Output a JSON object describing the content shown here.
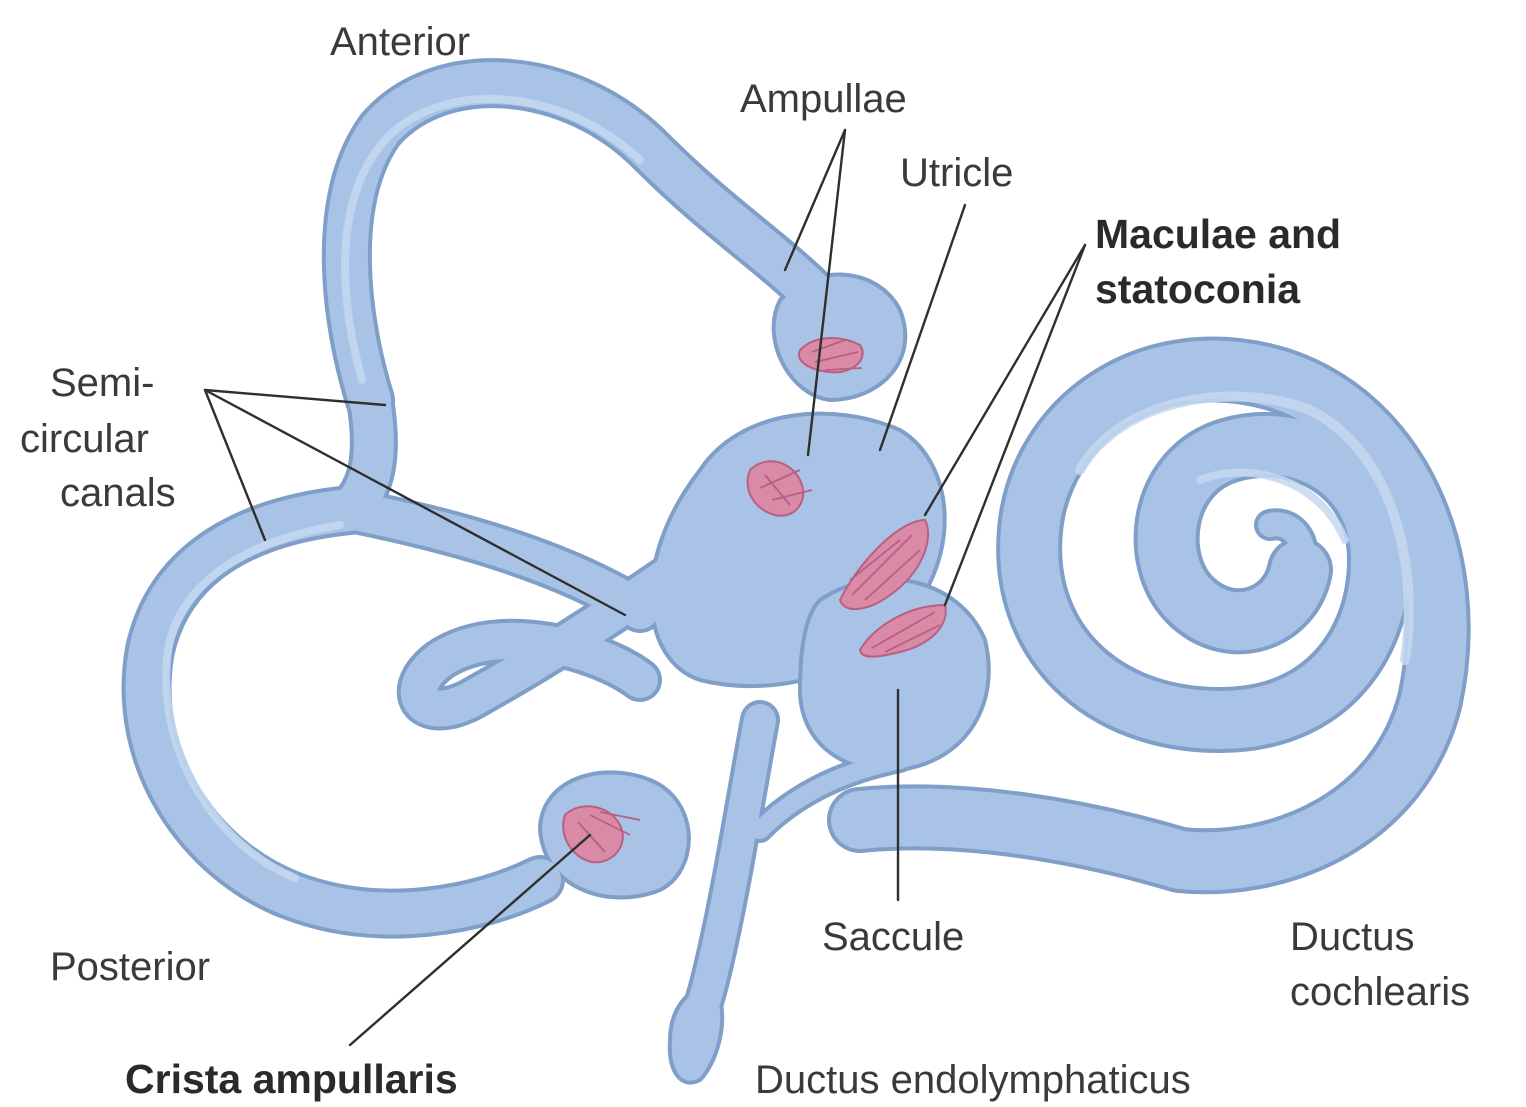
{
  "labels": {
    "anterior": "Anterior",
    "ampullae": "Ampullae",
    "utricle": "Utricle",
    "maculae_line1": "Maculae and",
    "maculae_line2": "statoconia",
    "semicircular_line1": "Semi-",
    "semicircular_line2": "circular",
    "semicircular_line3": "canals",
    "posterior": "Posterior",
    "crista": "Crista ampullaris",
    "saccule": "Saccule",
    "ductus_cochlearis_line1": "Ductus",
    "ductus_cochlearis_line2": "cochlearis",
    "ductus_endolymphaticus": "Ductus endolymphaticus"
  },
  "colors": {
    "membrane_fill": "#a9c3e6",
    "membrane_outline": "#7f9ec8",
    "sensory_epithelium": "#d98aa6",
    "label_text": "#3a3a3a"
  }
}
